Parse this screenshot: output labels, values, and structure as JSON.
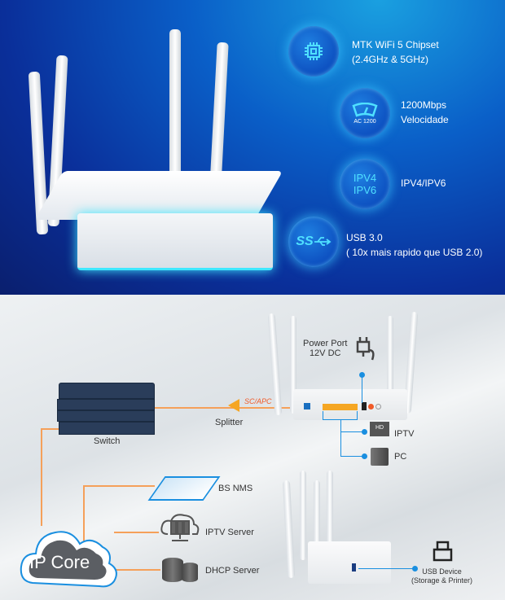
{
  "features": [
    {
      "icon": "chip-icon",
      "line1": "MTK WiFi 5 Chipset",
      "line2": "(2.4GHz & 5GHz)"
    },
    {
      "icon": "speedometer-icon",
      "badge_text": "AC 1200",
      "line1": "1200Mbps",
      "line2": "Velocidade"
    },
    {
      "icon": "ipv-icon",
      "badge_line1": "IPV4",
      "badge_line2": "IPV6",
      "line1": "IPV4/IPV6"
    },
    {
      "icon": "usb-ss-icon",
      "badge_text": "SS",
      "line1": "USB 3.0",
      "line2": "( 10x mais rapido que USB 2.0)"
    }
  ],
  "diagram": {
    "power_port": "Power Port",
    "power_voltage": "12V DC",
    "sc_apc": "SC/APC",
    "splitter": "Splitter",
    "switch": "Switch",
    "iptv_screen": "HD",
    "iptv": "IPTV",
    "pc": "PC",
    "bs_nms": "BS NMS",
    "iptv_server": "IPTV Server",
    "dhcp_server": "DHCP Server",
    "ip_core": "IP Core",
    "usb_device": "USB Device",
    "usb_device_sub": "(Storage & Printer)"
  },
  "colors": {
    "fiber": "#f5a05a",
    "lan": "#1a8fe0",
    "accent": "#4fe0ff"
  }
}
